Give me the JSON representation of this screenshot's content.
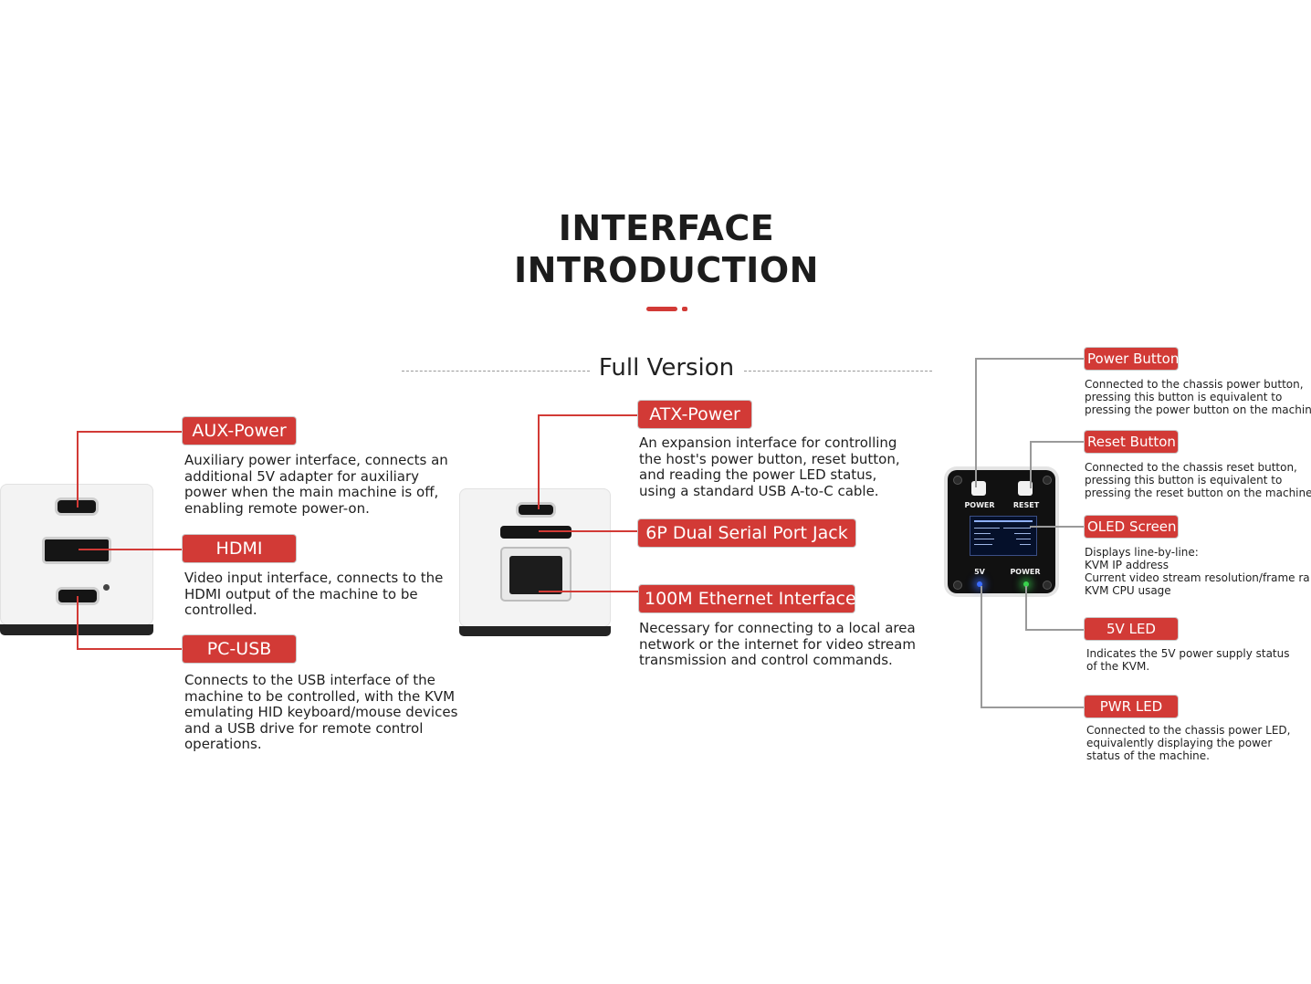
{
  "header": {
    "title_line1": "INTERFACE",
    "title_line2": "INTRODUCTION",
    "subtitle": "Full Version"
  },
  "left_device": {
    "aux_power": {
      "label": "AUX-Power",
      "desc": [
        "Auxiliary power interface, connects an",
        "additional 5V adapter for auxiliary",
        "power when the main machine is off,",
        "enabling remote power-on."
      ]
    },
    "hdmi": {
      "label": "HDMI",
      "desc": [
        "Video input interface, connects to the",
        "HDMI output of the machine to be",
        "controlled."
      ]
    },
    "pc_usb": {
      "label": "PC-USB",
      "desc": [
        "Connects to the USB interface of the",
        "machine to be controlled, with the KVM",
        "emulating HID keyboard/mouse devices",
        "and a USB drive for remote control",
        "operations."
      ]
    }
  },
  "middle_device": {
    "atx_power": {
      "label": "ATX-Power",
      "desc": [
        "An expansion interface for controlling",
        "the host's power button, reset button,",
        "and reading the power LED status,",
        "using a standard USB A-to-C cable."
      ]
    },
    "serial": {
      "label": "6P Dual Serial Port Jack"
    },
    "ethernet": {
      "label": "100M Ethernet Interface",
      "desc": [
        "Necessary for connecting to a local area",
        "network or the internet for video stream",
        "transmission and control commands."
      ]
    }
  },
  "right_device": {
    "panel_text": {
      "power_btn": "POWER",
      "reset_btn": "RESET",
      "led_5v": "5V",
      "led_power": "POWER"
    },
    "power_button": {
      "label": "Power Button",
      "desc": [
        "Connected to the chassis power button,",
        "pressing this button is equivalent to",
        "pressing the power button on the machin"
      ]
    },
    "reset_button": {
      "label": "Reset Button",
      "desc": [
        "Connected to the chassis reset button,",
        "pressing this button is equivalent to",
        "pressing the reset button on the machine"
      ]
    },
    "oled": {
      "label": "OLED Screen",
      "desc": [
        "Displays line-by-line:",
        "KVM IP address",
        "Current video stream resolution/frame ra",
        "KVM CPU usage"
      ]
    },
    "led_5v": {
      "label": "5V LED",
      "desc": [
        "Indicates the 5V power supply status",
        "of the KVM."
      ]
    },
    "pwr_led": {
      "label": "PWR LED",
      "desc": [
        "Connected to the chassis power LED,",
        "equivalently displaying the power",
        "status of the machine."
      ]
    }
  },
  "colors": {
    "accent": "#d23a36",
    "text": "#1a1a1a",
    "device_body": "#f3f3f3",
    "device_base": "#232323",
    "panel": "#111111"
  }
}
